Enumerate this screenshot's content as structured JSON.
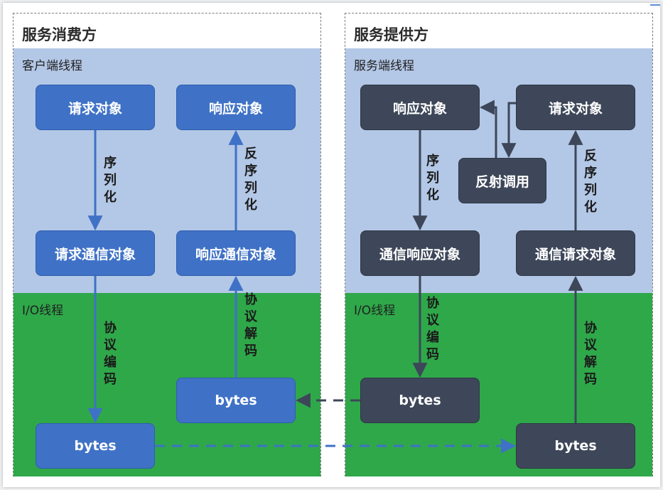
{
  "consumer": {
    "title": "服务消费方",
    "client_thread": "客户端线程",
    "io_thread": "I/O线程",
    "nodes": {
      "request_object": "请求对象",
      "response_object": "响应对象",
      "request_comm_object": "请求通信对象",
      "response_comm_object": "响应通信对象",
      "bytes_out": "bytes",
      "bytes_in": "bytes"
    },
    "edges": {
      "serialize": "序列化",
      "deserialize": "反序列化",
      "protocol_encode": "协议编码",
      "protocol_decode": "协议解码"
    }
  },
  "provider": {
    "title": "服务提供方",
    "server_thread": "服务端线程",
    "io_thread": "I/O线程",
    "nodes": {
      "response_object": "响应对象",
      "request_object": "请求对象",
      "reflect_call": "反射调用",
      "comm_response_object": "通信响应对象",
      "comm_request_object": "通信请求对象",
      "bytes_out": "bytes",
      "bytes_in": "bytes"
    },
    "edges": {
      "serialize": "序列化",
      "deserialize": "反序列化",
      "protocol_encode": "协议编码",
      "protocol_decode": "协议解码"
    }
  },
  "colors": {
    "consumer_node": "#3f72c6",
    "provider_node": "#3d4759",
    "thread_zone": "#b3c7e6",
    "io_zone": "#2fa84a",
    "arrow_blue": "#3f72c6",
    "arrow_dark": "#3d4759"
  }
}
